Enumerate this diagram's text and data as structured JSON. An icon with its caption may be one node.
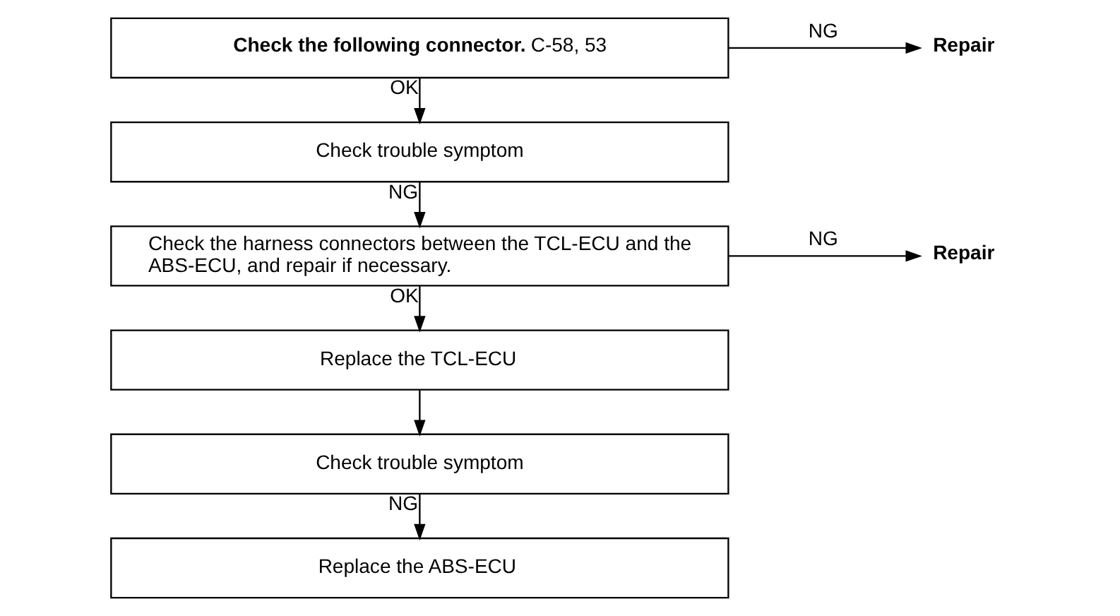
{
  "diagram": {
    "nodes": [
      {
        "text": [
          "**Check the following connector.** C-58, 53"
        ]
      },
      {
        "text": [
          "**Repair**"
        ]
      },
      {
        "text": [
          "Check trouble symptom"
        ]
      },
      {
        "text": [
          "Check the harness connectors between the TCL-ECU and the ABS-ECU, and repair if necessary."
        ]
      },
      {
        "text": [
          "**Repair**"
        ]
      },
      {
        "text": [
          "Replace the TCL-ECU"
        ]
      },
      {
        "text": [
          "Check trouble symptom"
        ]
      },
      {
        "text": [
          "Replace the ABS-ECU"
        ]
      }
    ],
    "edges": [
      {
        "from": 0,
        "to": 1,
        "arrow": "to",
        "label": "NG"
      },
      {
        "from": 0,
        "to": 2,
        "arrow": "to",
        "label": "OK"
      },
      {
        "from": 2,
        "to": 3,
        "arrow": "to",
        "label": "NG"
      },
      {
        "from": 3,
        "to": 4,
        "arrow": "to",
        "label": "NG"
      },
      {
        "from": 3,
        "to": 5,
        "arrow": "to",
        "label": "OK"
      },
      {
        "from": 5,
        "to": 6,
        "arrow": "to"
      },
      {
        "from": 6,
        "to": 7,
        "arrow": "to",
        "label": "NG"
      }
    ]
  }
}
